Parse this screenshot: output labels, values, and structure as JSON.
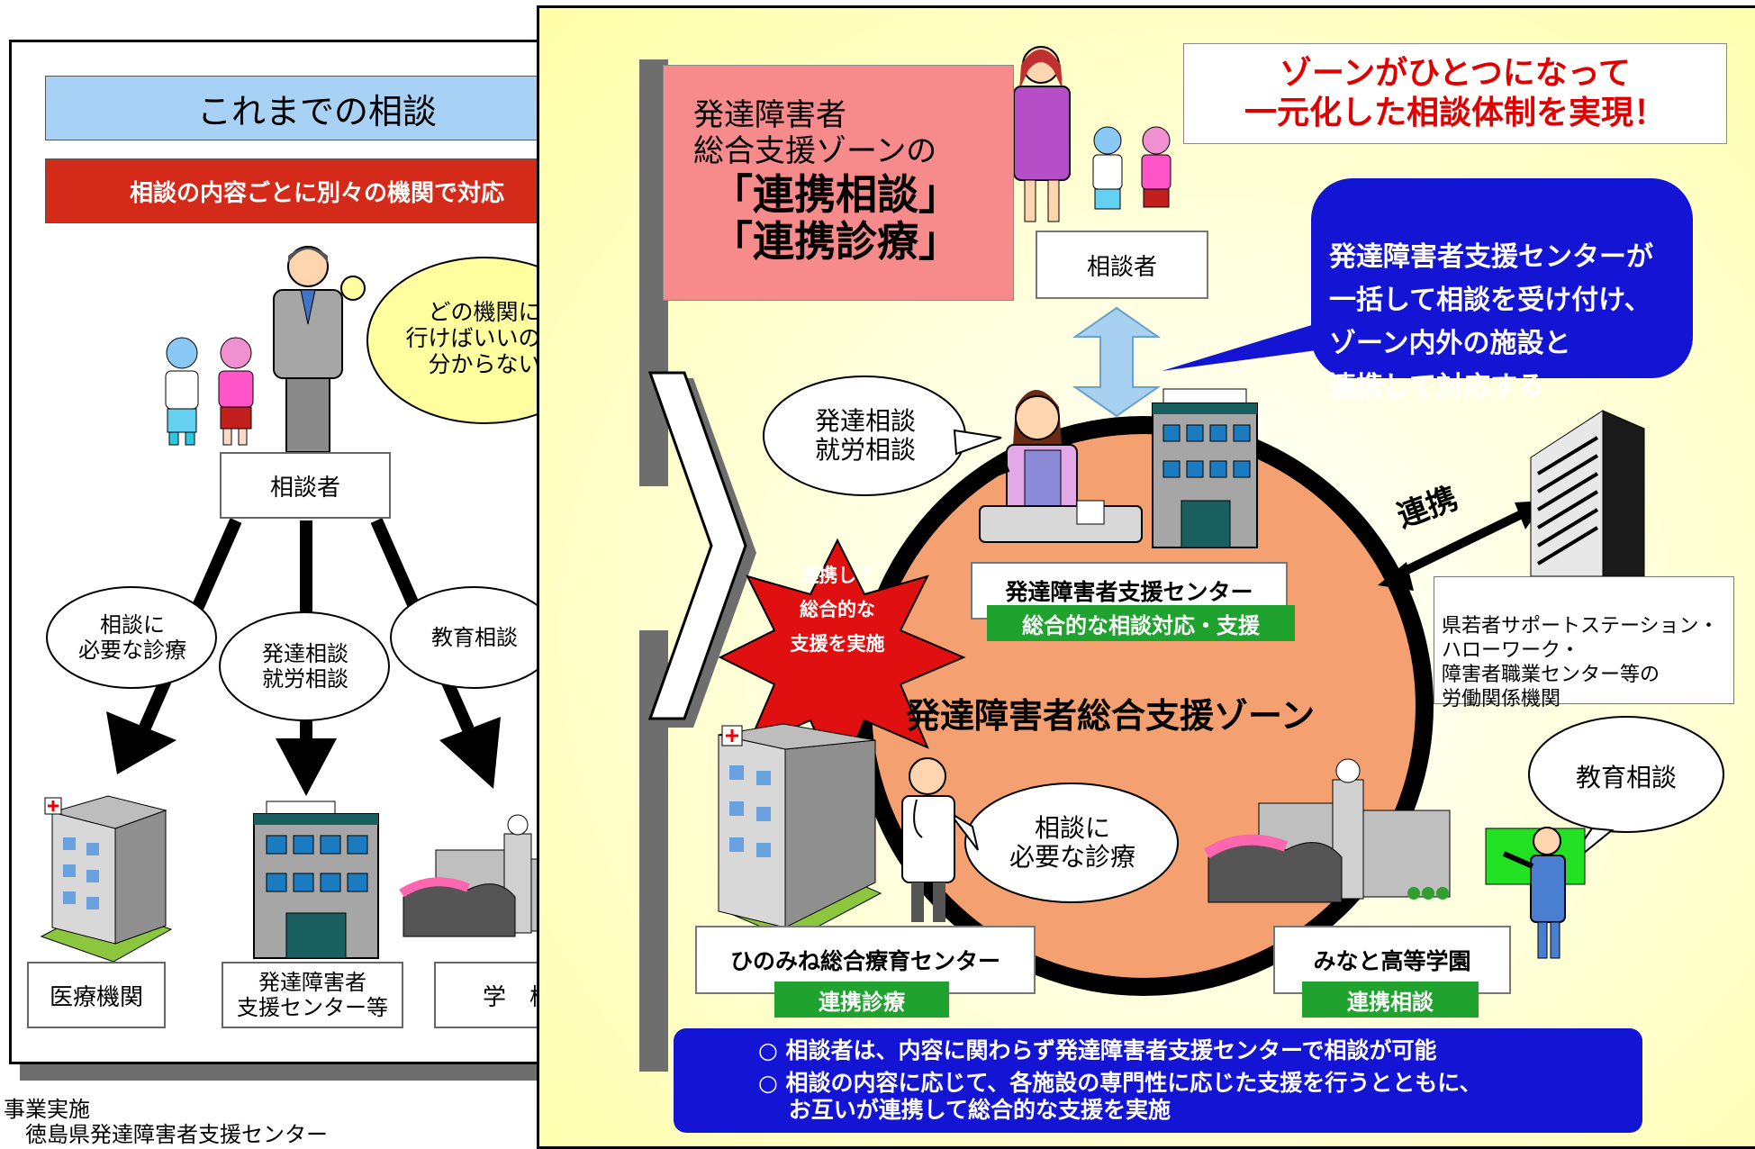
{
  "left": {
    "title": "これまでの相談",
    "subtitle": "相談の内容ごとに別々の機関で対応",
    "thought": "どの機関に\n行けばいいのか\n分からない",
    "client_label": "相談者",
    "bubbles": [
      "相談に\n必要な診療",
      "発達相談\n就労相談",
      "教育相談"
    ],
    "destinations": [
      "医療機関",
      "発達障害者\n支援センター等",
      "学　校"
    ]
  },
  "footer": {
    "line1": "事業実施",
    "line2": "徳島県発達障害者支援センター"
  },
  "right": {
    "zone_title_line1": "発達障害者\n総合支援ゾーンの",
    "zone_title_line2": "「連携相談」\n「連携診療」",
    "headline": "ゾーンがひとつになって\n一元化した相談体制を実現！",
    "client_label": "相談者",
    "center_bubble": "発達障害者支援センターが\n一括して相談を受け付け、\nゾーン内外の施設と\n連携して対応する",
    "consult_bubble": "発達相談\n就労相談",
    "star_text": "連携して\n総合的な\n支援を実施",
    "center_name": "発達障害者支援センター",
    "center_tag": "総合的な相談対応・支援",
    "zone_name": "発達障害者総合支援ゾーン",
    "renkei": "連携",
    "labor_label": "県若者サポートステーション・\nハローワーク・\n障害者職業センター等の\n労働関係機関",
    "medical_bubble": "相談に\n必要な診療",
    "education_bubble": "教育相談",
    "hinomine_name": "ひのみね総合療育センター",
    "hinomine_tag": "連携診療",
    "minato_name": "みなと高等学園",
    "minato_tag": "連携相談",
    "notes": [
      "○ 相談者は、内容に関わらず発達障害者支援センターで相談が可能",
      "○ 相談の内容に応じて、各施設の専門性に応じた支援を行うとともに、\n　 お互いが連携して総合的な支援を実施"
    ]
  },
  "colors": {
    "title_blue": "#a8d2f5",
    "subtitle_red": "#d42a1a",
    "zone_bg": "#ffffc4",
    "zone_circle": "#f5a070",
    "tag_green": "#1fa32e",
    "pink_box": "#f78a8a",
    "speech_blue": "#1414d4",
    "thought_yellow": "#ffffa0",
    "star_red": "#e01010",
    "headline_red": "#e00000"
  },
  "icons": [
    "hospital-icon",
    "office-building-icon",
    "school-icon",
    "person-icon",
    "doctor-icon",
    "teacher-icon",
    "receptionist-icon",
    "double-arrow-icon"
  ]
}
